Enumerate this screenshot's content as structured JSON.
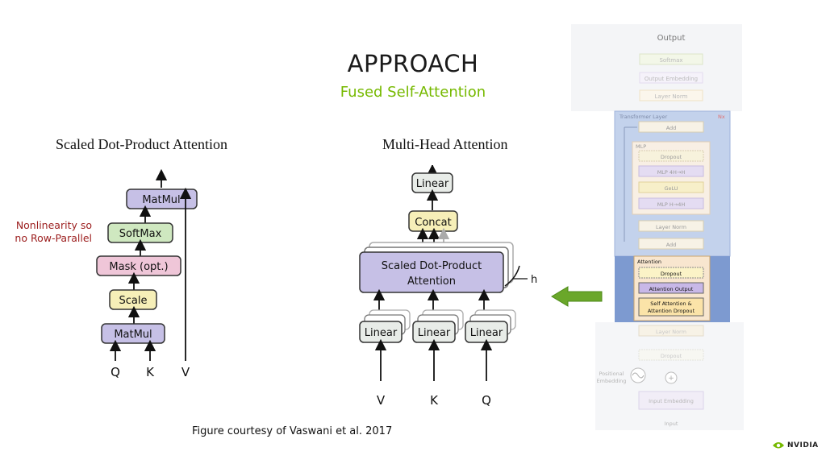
{
  "slide": {
    "title": "APPROACH",
    "subtitle": "Fused Self-Attention",
    "caption": "Figure courtesy of Vaswani et al. 2017",
    "note": "Nonlinearity so no Row-Parallel",
    "logo": "NVIDIA"
  },
  "sdpa": {
    "title": "Scaled Dot-Product Attention",
    "blocks": {
      "matmul_top": "MatMul",
      "softmax": "SoftMax",
      "mask": "Mask (opt.)",
      "scale": "Scale",
      "matmul_bottom": "MatMul"
    },
    "inputs": [
      "Q",
      "K",
      "V"
    ]
  },
  "mha": {
    "title": "Multi-Head Attention",
    "linear_top": "Linear",
    "concat": "Concat",
    "sdpa_line1": "Scaled Dot-Product",
    "sdpa_line2": "Attention",
    "h": "h",
    "linears": [
      "Linear",
      "Linear",
      "Linear"
    ],
    "inputs": [
      "V",
      "K",
      "Q"
    ]
  },
  "transformer": {
    "output": "Output",
    "softmax": "Softmax",
    "output_embedding": "Output Embedding",
    "layer_norm_top": "Layer Norm",
    "transformer_layer": "Transformer Layer",
    "nx": "Nx",
    "add_top": "Add",
    "mlp": "MLP",
    "dropout_mlp": "Dropout",
    "mlp_4h_h": "MLP 4H→H",
    "gelu": "GeLU",
    "mlp_h_4h": "MLP H→4H",
    "layer_norm_mid": "Layer Norm",
    "add_mid": "Add",
    "attention": "Attention",
    "dropout_attn": "Dropout",
    "attention_output": "Attention Output",
    "self_attention_line1": "Self Attention &",
    "self_attention_line2": "Attention Dropout",
    "layer_norm_bottom": "Layer Norm",
    "dropout_bottom": "Dropout",
    "positional_line1": "Positional",
    "positional_line2": "Embedding",
    "input_embedding": "Input Embedding",
    "input": "Input"
  },
  "colors": {
    "accent_green": "#76b900",
    "note_red": "#9b1c1c",
    "matmul": "#c6c0e6",
    "softmax": "#cfe8c0",
    "mask": "#efc6d8",
    "scale": "#f6efb8",
    "linear": "#e8ece8",
    "arrow_green": "#6aa72a"
  }
}
